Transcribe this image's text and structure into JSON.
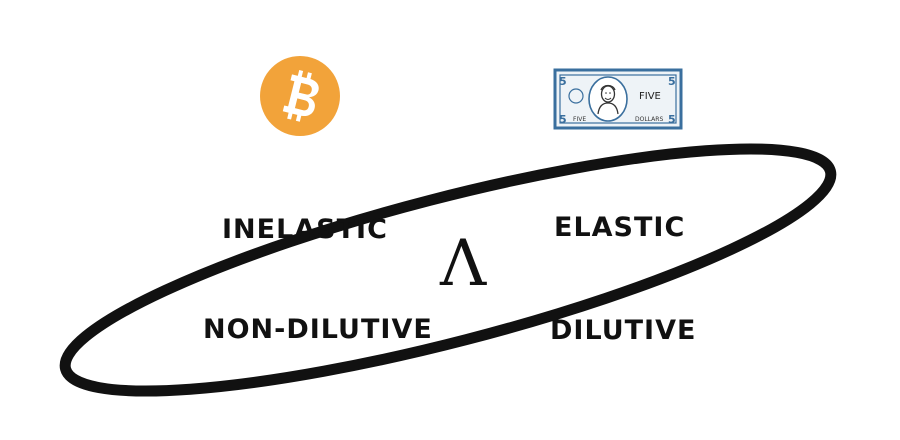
{
  "diagram": {
    "symbol": "Λ",
    "labels": {
      "inelastic": "INELASTIC",
      "elastic": "ELASTIC",
      "non_dilutive": "NON-DILUTIVE",
      "dilutive": "DILUTIVE"
    },
    "bill": {
      "text_five": "FIVE",
      "denomination": "5",
      "small_left": "FIVE",
      "small_right": "DOLLARS"
    }
  },
  "colors": {
    "bitcoin_orange": "#F2A33A",
    "ink": "#111111",
    "bill_outline": "#3a6f9e",
    "bill_fill": "#eef3f7"
  },
  "icons": {
    "bitcoin": "bitcoin-icon",
    "bill": "five-dollar-bill-icon"
  }
}
